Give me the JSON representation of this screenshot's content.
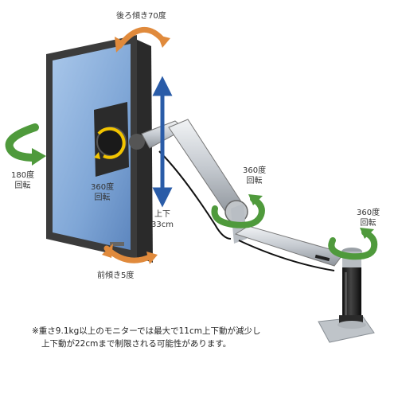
{
  "labels": {
    "tilt_back": "後ろ傾き70度",
    "tilt_forward": "前傾き5度",
    "rotate_180_line1": "180度",
    "rotate_180_line2": "回転",
    "rotate_360_center_line1": "360度",
    "rotate_360_center_line2": "回転",
    "vertical_line1": "上下",
    "vertical_line2": "33cm",
    "rotate_360_elbow_line1": "360度",
    "rotate_360_elbow_line2": "回転",
    "rotate_360_base_line1": "360度",
    "rotate_360_base_line2": "回転"
  },
  "note": {
    "line1": "※重さ9.1kg以上のモニターでは最大で11cm上下動が減少し",
    "line2": "上下動が22cmまで制限される可能性があります。"
  },
  "colors": {
    "arrow_orange": "#e08a3c",
    "arrow_green": "#4f9a3c",
    "arrow_blue": "#2a5ca8",
    "screen_blue": "#8fb3de",
    "bezel": "#3b3b3b",
    "arm_silver": "#c9cdd2",
    "pole_black": "#1d1d1d"
  }
}
